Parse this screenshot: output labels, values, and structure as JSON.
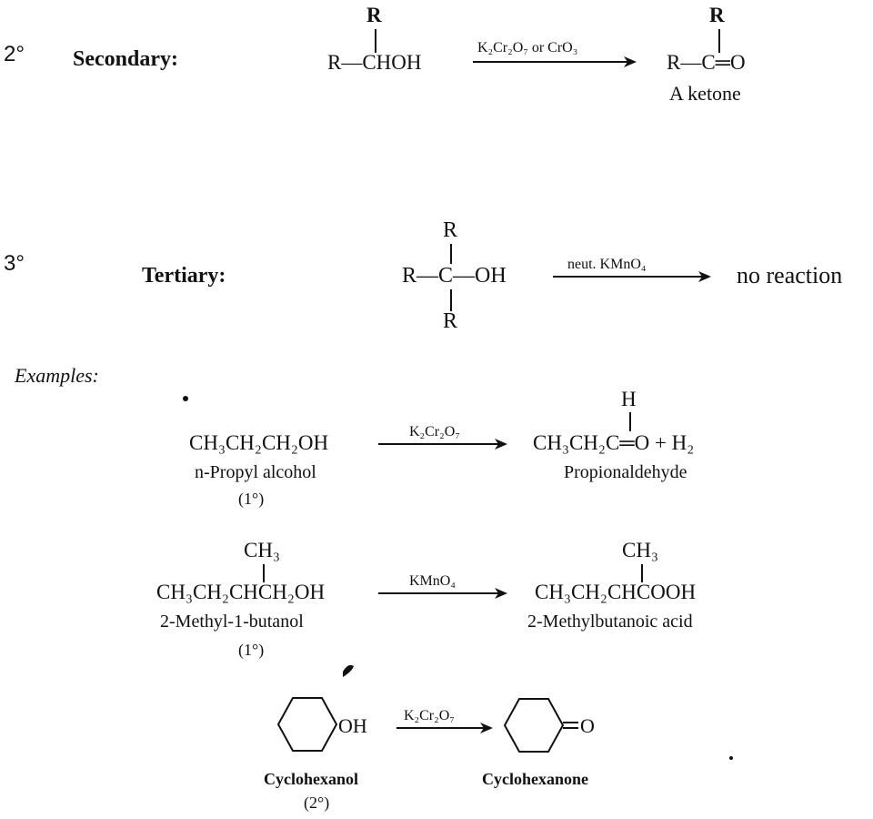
{
  "secondary": {
    "degree": "2°",
    "title": "Secondary:",
    "reactant_top": "R",
    "reactant": "R—CHOH",
    "reagent": "K₂Cr₂O₇ or CrO₃",
    "product_top": "R",
    "product": "R—C═O",
    "product_name": "A ketone"
  },
  "tertiary": {
    "degree": "3°",
    "title": "Tertiary:",
    "top": "R",
    "middle": "R—C—OH",
    "bottom": "R",
    "reagent": "neut. KMnO₄",
    "result": "no reaction"
  },
  "examples": {
    "heading": "Examples:",
    "ex1": {
      "reactant": "CH₃CH₂CH₂OH",
      "reactant_name": "n-Propyl alcohol",
      "reactant_degree": "(1°)",
      "reagent": "K₂Cr₂O₇",
      "product_top": "H",
      "product": "CH₃CH₂C═O + H₂",
      "product_name": "Propionaldehyde"
    },
    "ex2": {
      "reactant_top": "CH₃",
      "reactant": "CH₃CH₂CHCH₂OH",
      "reactant_name": "2-Methyl-1-butanol",
      "reactant_degree": "(1°)",
      "reagent": "KMnO₄",
      "product_top": "CH₃",
      "product": "CH₃CH₂CHCOOH",
      "product_name": "2-Methylbutanoic acid"
    },
    "ex3": {
      "reactant_group": "OH",
      "reactant_name": "Cyclohexanol",
      "reactant_degree": "(2°)",
      "reagent": "K₂Cr₂O₇",
      "product_group": "O",
      "product_name": "Cyclohexanone"
    }
  }
}
